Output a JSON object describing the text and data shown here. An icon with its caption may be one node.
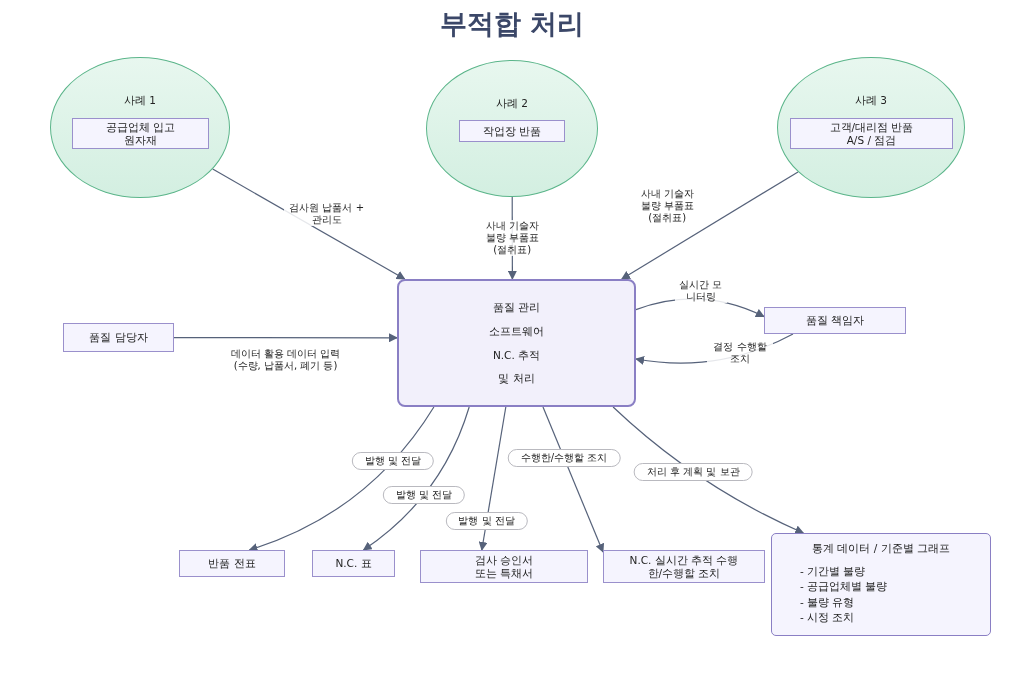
{
  "diagram": {
    "title": "부적합 처리",
    "nodes": [
      {
        "text": [
          "사례 1"
        ]
      },
      {
        "text": [
          "공급업체 입고 원자재"
        ],
        "in": 0
      },
      {
        "text": [
          "사례 2"
        ]
      },
      {
        "text": [
          "작업장 반품"
        ],
        "in": 2
      },
      {
        "text": [
          "사례 3"
        ]
      },
      {
        "text": [
          "고객/대리점 반품 A/S / 점검"
        ],
        "in": 4
      },
      {
        "text": [
          "품질 담당자"
        ]
      },
      {
        "text": [
          "품질 관리",
          "소프트웨어",
          "N.C. 추적",
          "및 처리"
        ]
      },
      {
        "text": [
          "품질 책임자"
        ]
      },
      {
        "text": [
          "반품 전표"
        ]
      },
      {
        "text": [
          "N.C. 표"
        ]
      },
      {
        "text": [
          "검사 승인서 또는 특채서"
        ]
      },
      {
        "text": [
          "N.C. 실시간 추적 수행한/수행할 조치"
        ]
      },
      {
        "text": [
          "통계 데이터 / 기준별 그래프",
          "- 기간별 불량",
          "- 공급업체별 불량",
          "- 불량 유형",
          "- 시정 조치"
        ]
      }
    ],
    "edges": [
      {
        "from": 0,
        "to": 7,
        "arrow": "to",
        "label": "검사원 납품서 + 관리도"
      },
      {
        "from": 2,
        "to": 7,
        "arrow": "to",
        "label": "사내 기술자 불량 부품표 (절취표)"
      },
      {
        "from": 4,
        "to": 7,
        "arrow": "to",
        "label": "사내 기술자 불량 부품표 (절취표)"
      },
      {
        "from": 6,
        "to": 7,
        "arrow": "to",
        "label": "데이터 활용 데이터 입력 (수량, 납품서, 폐기 등)"
      },
      {
        "from": 7,
        "to": 8,
        "arrow": "to",
        "label": "실시간 모니터링"
      },
      {
        "from": 8,
        "to": 7,
        "arrow": "to",
        "label": "결정 수행할 조치"
      },
      {
        "from": 7,
        "to": 9,
        "arrow": "to",
        "label": "발행 및 전달"
      },
      {
        "from": 7,
        "to": 10,
        "arrow": "to",
        "label": "발행 및 전달"
      },
      {
        "from": 7,
        "to": 11,
        "arrow": "to",
        "label": "발행 및 전달"
      },
      {
        "from": 7,
        "to": 12,
        "arrow": "to",
        "label": "수행한/수행할 조치"
      },
      {
        "from": 7,
        "to": 13,
        "arrow": "to",
        "label": "처리 후 계획 및 보관"
      }
    ]
  }
}
